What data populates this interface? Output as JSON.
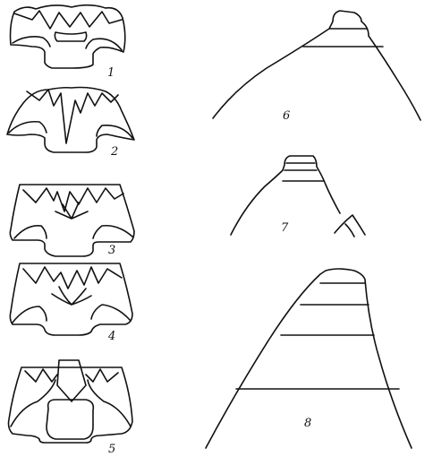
{
  "figures": [
    {
      "id": "fig-1",
      "label": "1"
    },
    {
      "id": "fig-2",
      "label": "2"
    },
    {
      "id": "fig-3",
      "label": "3"
    },
    {
      "id": "fig-4",
      "label": "4"
    },
    {
      "id": "fig-5",
      "label": "5"
    },
    {
      "id": "fig-6",
      "label": "6"
    },
    {
      "id": "fig-7",
      "label": "7"
    },
    {
      "id": "fig-8",
      "label": "8"
    }
  ]
}
